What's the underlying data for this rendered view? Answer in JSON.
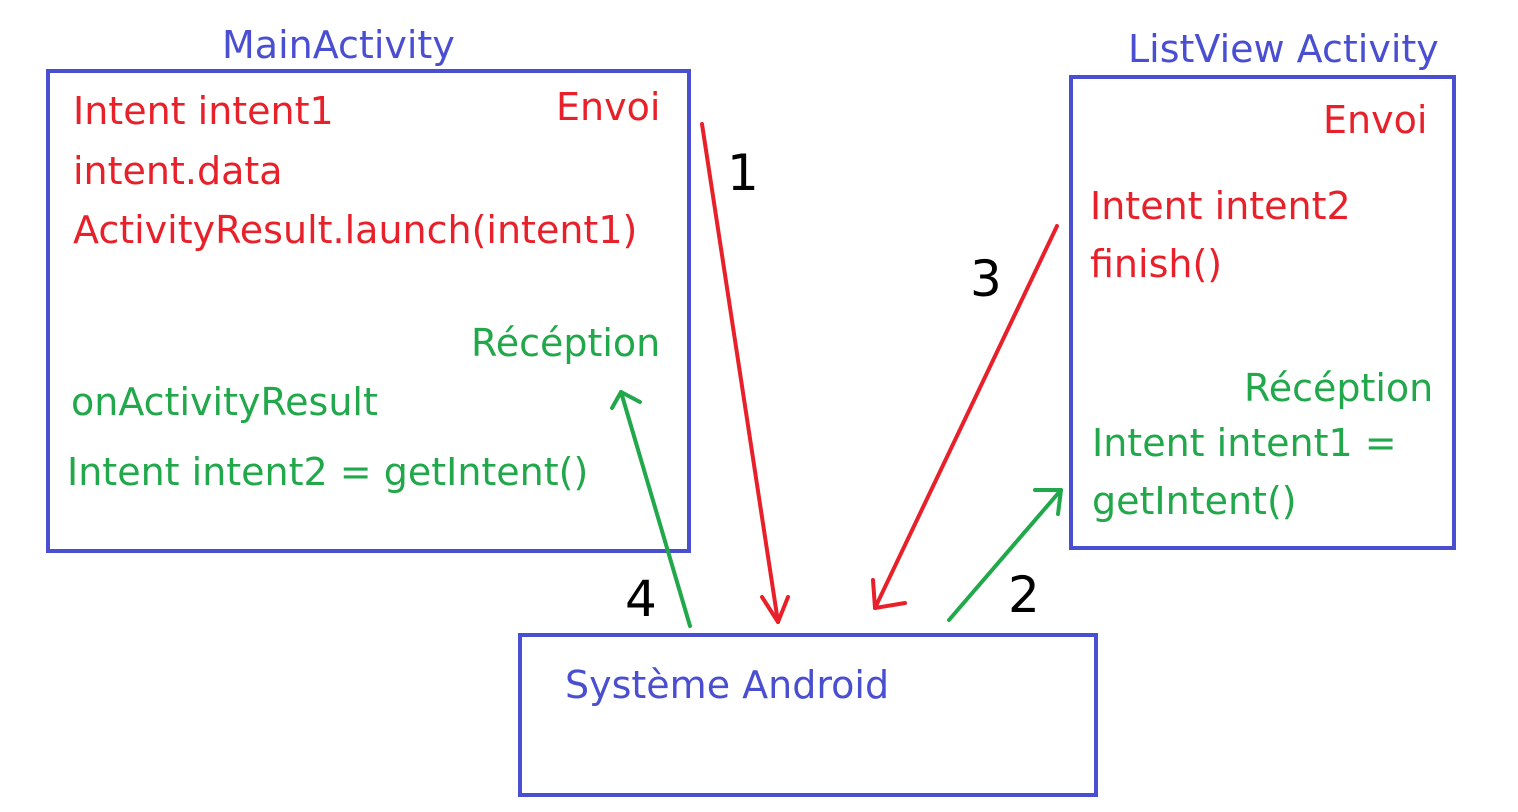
{
  "main_activity": {
    "title": "MainActivity",
    "send_heading": "Envoi",
    "send_lines": [
      "Intent intent1",
      "intent.data",
      "ActivityResult.launch(intent1)"
    ],
    "receive_heading": "Récéption",
    "receive_lines": [
      "onActivityResult",
      "Intent intent2 = getIntent()"
    ]
  },
  "listview_activity": {
    "title": "ListView Activity",
    "send_heading": "Envoi",
    "send_lines": [
      "Intent intent2",
      "finish()"
    ],
    "receive_heading": "Récéption",
    "receive_lines": [
      "Intent intent1 =",
      "getIntent()"
    ]
  },
  "android_system": {
    "title": "Système Android"
  },
  "steps": [
    "1",
    "2",
    "3",
    "4"
  ],
  "colors": {
    "box_border": "#4a4ed0",
    "send": "#e8202a",
    "receive": "#20a84a",
    "step_label": "#000000"
  }
}
